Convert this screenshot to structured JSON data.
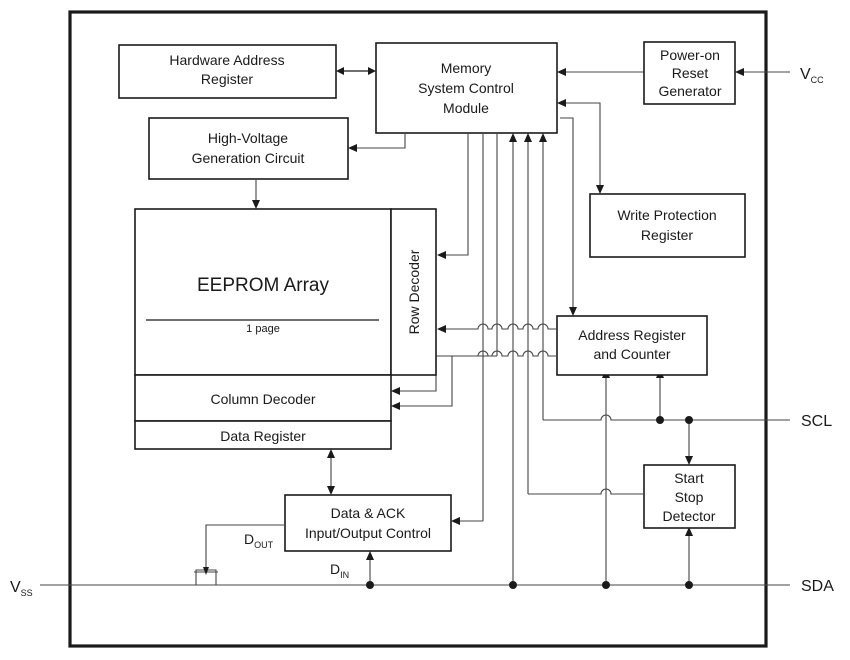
{
  "blocks": {
    "hw_addr_line1": "Hardware Address",
    "hw_addr_line2": "Register",
    "mem_line1": "Memory",
    "mem_line2": "System Control",
    "mem_line3": "Module",
    "por_line1": "Power-on",
    "por_line2": "Reset",
    "por_line3": "Generator",
    "hv_line1": "High-Voltage",
    "hv_line2": "Generation Circuit",
    "wp_line1": "Write Protection",
    "wp_line2": "Register",
    "eeprom": "EEPROM Array",
    "page": "1 page",
    "row_decoder": "Row Decoder",
    "col_decoder": "Column Decoder",
    "data_reg": "Data Register",
    "addr_line1": "Address Register",
    "addr_line2": "and Counter",
    "io_line1": "Data & ACK",
    "io_line2": "Input/Output Control",
    "ss_line1": "Start",
    "ss_line2": "Stop",
    "ss_line3": "Detector"
  },
  "pins": {
    "vcc_main": "V",
    "vcc_sub": "CC",
    "vss_main": "V",
    "vss_sub": "SS",
    "scl": "SCL",
    "sda": "SDA",
    "dout_main": "D",
    "dout_sub": "OUT",
    "din_main": "D",
    "din_sub": "IN"
  }
}
